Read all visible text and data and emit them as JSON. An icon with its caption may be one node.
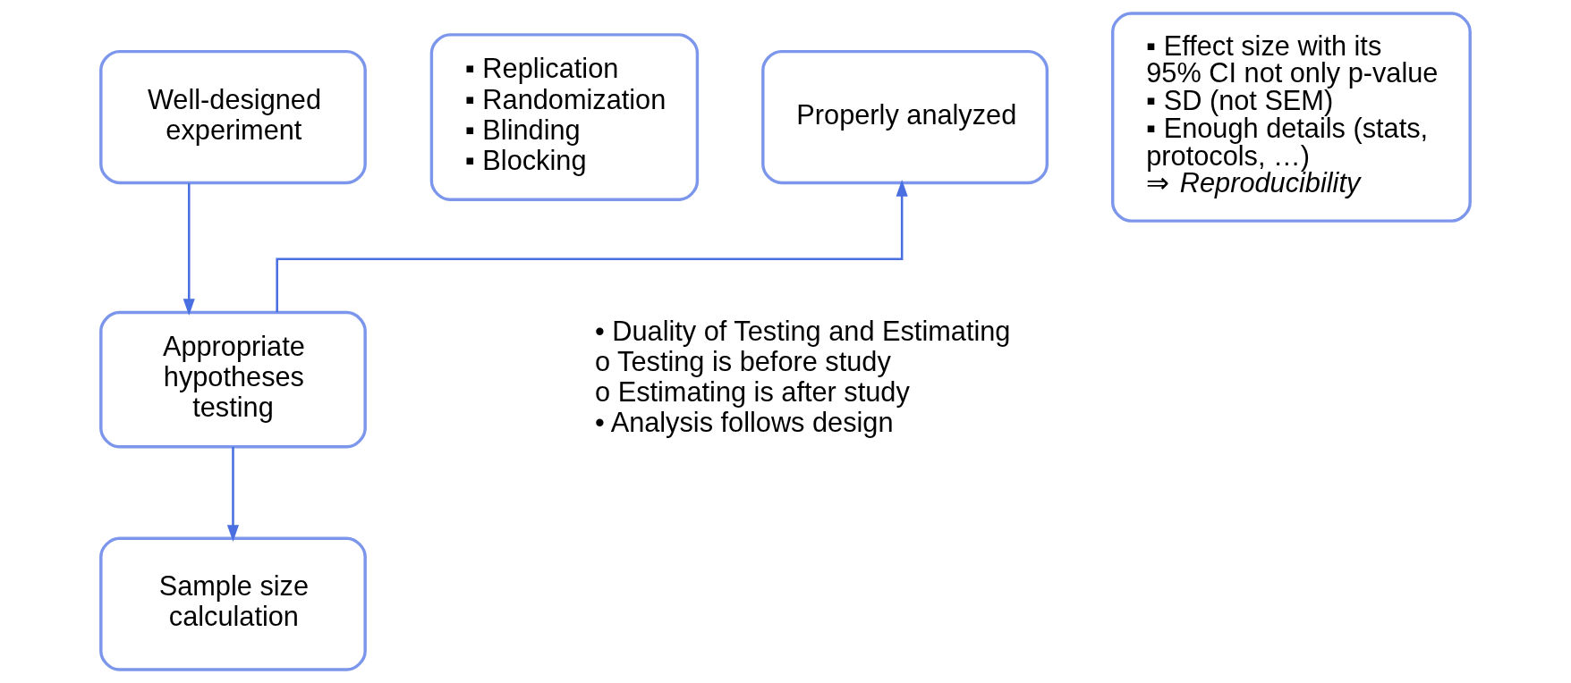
{
  "diagram": {
    "nodes": [
      {
        "text": [
          "Well-designed experiment"
        ]
      },
      {
        "text": [
          "▪ Replication",
          "▪ Randomization",
          "▪ Blinding",
          "▪ Blocking"
        ]
      },
      {
        "text": [
          "Properly analyzed"
        ]
      },
      {
        "text": [
          "▪ Effect size with its 95% CI not only p-value",
          "▪ SD (not SEM)",
          "▪ Enough details (stats, protocols, …)",
          "⇒ *Reproducibility*"
        ]
      },
      {
        "text": [
          "Appropriate hypotheses testing"
        ]
      },
      {
        "text": [
          "Sample size calculation"
        ]
      }
    ],
    "edges": [
      {
        "from": 0,
        "to": 4,
        "arrow": "to"
      },
      {
        "from": 4,
        "to": 5,
        "arrow": "to"
      },
      {
        "from": 4,
        "to": 2,
        "arrow": "to"
      }
    ],
    "labels": [
      "• Duality of Testing and Estimating",
      "o Testing is before study",
      "o Estimating is after study",
      "• Analysis follows design"
    ]
  }
}
